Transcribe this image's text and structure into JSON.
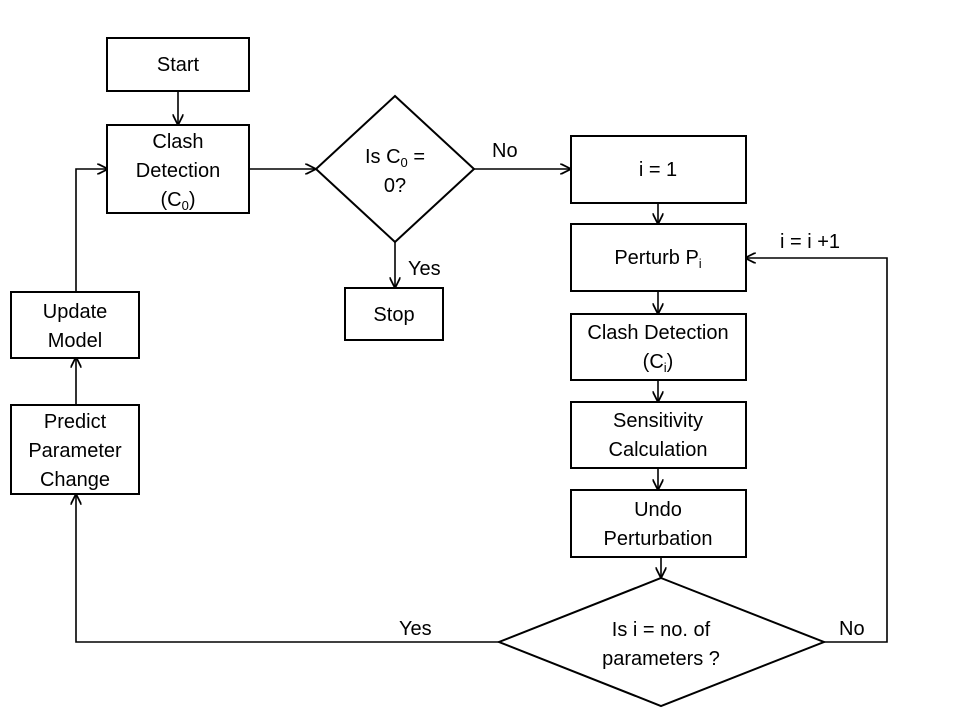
{
  "nodes": {
    "start": {
      "label": "Start"
    },
    "clash0": {
      "line1": "Clash",
      "line2": "Detection",
      "line3_pre": "(C",
      "line3_sub": "0",
      "line3_post": ")"
    },
    "decision0": {
      "line1_pre": "Is C",
      "line1_sub": "0",
      "line1_post": " =",
      "line2": "0?"
    },
    "stop": {
      "label": "Stop"
    },
    "init": {
      "label": "i = 1"
    },
    "perturb": {
      "pre": "Perturb P",
      "sub": "i"
    },
    "clashi": {
      "line1": "Clash Detection",
      "line2_pre": "(C",
      "line2_sub": "i",
      "line2_post": ")"
    },
    "sensitivity": {
      "line1": "Sensitivity",
      "line2": "Calculation"
    },
    "undo": {
      "line1": "Undo",
      "line2": "Perturbation"
    },
    "decision1": {
      "line1": "Is i = no. of",
      "line2": "parameters ?"
    },
    "predict": {
      "line1": "Predict",
      "line2": "Parameter",
      "line3": "Change"
    },
    "update": {
      "line1": "Update",
      "line2": "Model"
    }
  },
  "edges": {
    "d0_no": "No",
    "d0_yes": "Yes",
    "d1_yes": "Yes",
    "d1_no": "No",
    "increment": "i = i +1"
  }
}
